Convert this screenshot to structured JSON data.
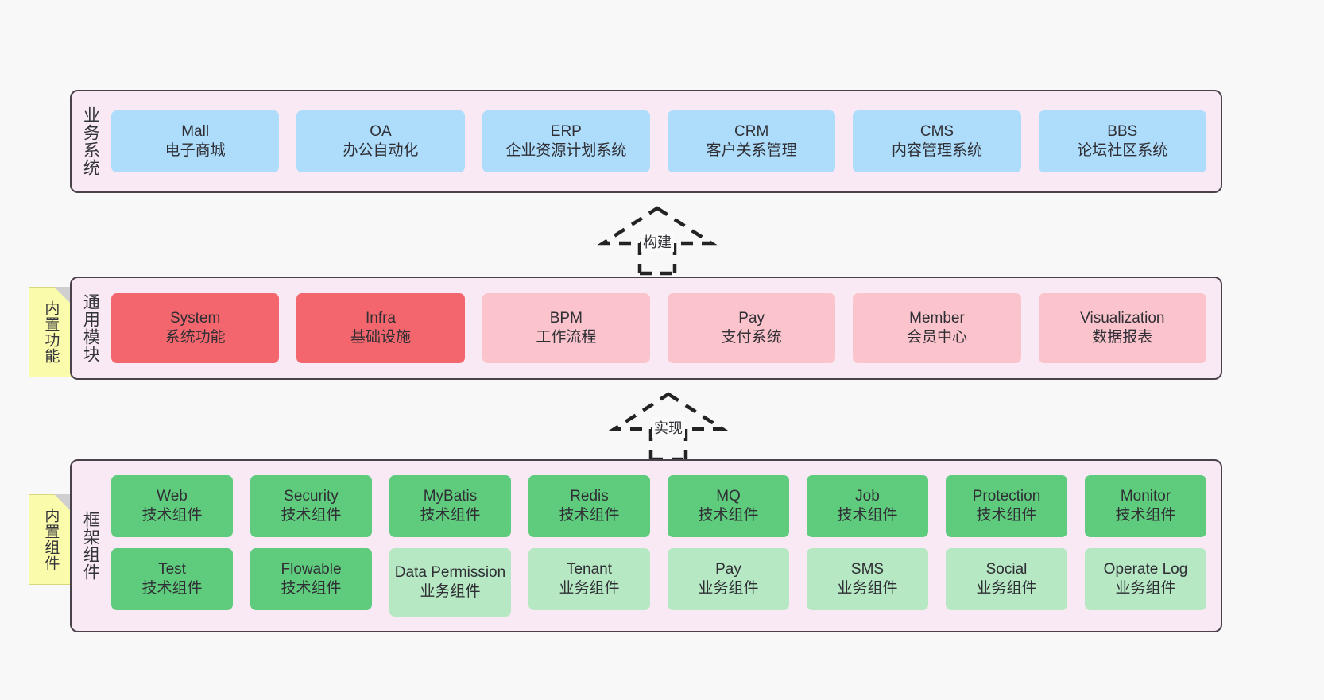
{
  "diagram": {
    "title": "ruoyi-vue-pro architecture layers",
    "background": "#f8f8f8",
    "colors": {
      "band_fill": "#f9e9f4",
      "band_stroke": "#4a414b",
      "business_node": "#aedcfb",
      "module_strong": "#f4666d",
      "module_light": "#fbc4cd",
      "framework_tech": "#5fcb7d",
      "framework_biz": "#b6e8c3",
      "note_fill": "#fbfbac",
      "note_fold": "#cfcfcf"
    }
  },
  "layers": [
    {
      "key": "business",
      "title": "业务系统",
      "note": null,
      "rows": [
        {
          "nodes": [
            {
              "name": "Mall",
              "desc": "电子商城",
              "style": "blue"
            },
            {
              "name": "OA",
              "desc": "办公自动化",
              "style": "blue"
            },
            {
              "name": "ERP",
              "desc": "企业资源计划系统",
              "style": "blue"
            },
            {
              "name": "CRM",
              "desc": "客户关系管理",
              "style": "blue"
            },
            {
              "name": "CMS",
              "desc": "内容管理系统",
              "style": "blue"
            },
            {
              "name": "BBS",
              "desc": "论坛社区系统",
              "style": "blue"
            }
          ]
        }
      ]
    },
    {
      "key": "modules",
      "title": "通用模块",
      "note": "内置功能",
      "rows": [
        {
          "nodes": [
            {
              "name": "System",
              "desc": "系统功能",
              "style": "red"
            },
            {
              "name": "Infra",
              "desc": "基础设施",
              "style": "red"
            },
            {
              "name": "BPM",
              "desc": "工作流程",
              "style": "pink"
            },
            {
              "name": "Pay",
              "desc": "支付系统",
              "style": "pink"
            },
            {
              "name": "Member",
              "desc": "会员中心",
              "style": "pink"
            },
            {
              "name": "Visualization",
              "desc": "数据报表",
              "style": "pink"
            }
          ]
        }
      ]
    },
    {
      "key": "framework",
      "title": "框架组件",
      "note": "内置组件",
      "rows": [
        {
          "nodes": [
            {
              "name": "Web",
              "desc": "技术组件",
              "style": "green"
            },
            {
              "name": "Security",
              "desc": "技术组件",
              "style": "green"
            },
            {
              "name": "MyBatis",
              "desc": "技术组件",
              "style": "green"
            },
            {
              "name": "Redis",
              "desc": "技术组件",
              "style": "green"
            },
            {
              "name": "MQ",
              "desc": "技术组件",
              "style": "green"
            },
            {
              "name": "Job",
              "desc": "技术组件",
              "style": "green"
            },
            {
              "name": "Protection",
              "desc": "技术组件",
              "style": "green"
            },
            {
              "name": "Monitor",
              "desc": "技术组件",
              "style": "green"
            }
          ]
        },
        {
          "nodes": [
            {
              "name": "Test",
              "desc": "技术组件",
              "style": "green"
            },
            {
              "name": "Flowable",
              "desc": "技术组件",
              "style": "green"
            },
            {
              "name": "Data Permission",
              "desc": "业务组件",
              "style": "greenlight",
              "tall": true
            },
            {
              "name": "Tenant",
              "desc": "业务组件",
              "style": "greenlight"
            },
            {
              "name": "Pay",
              "desc": "业务组件",
              "style": "greenlight"
            },
            {
              "name": "SMS",
              "desc": "业务组件",
              "style": "greenlight"
            },
            {
              "name": "Social",
              "desc": "业务组件",
              "style": "greenlight"
            },
            {
              "name": "Operate Log",
              "desc": "业务组件",
              "style": "greenlight"
            }
          ]
        }
      ]
    }
  ],
  "connectors": [
    {
      "key": "build",
      "label": "构建",
      "from": "modules",
      "to": "business"
    },
    {
      "key": "implement",
      "label": "实现",
      "from": "framework",
      "to": "modules"
    }
  ]
}
